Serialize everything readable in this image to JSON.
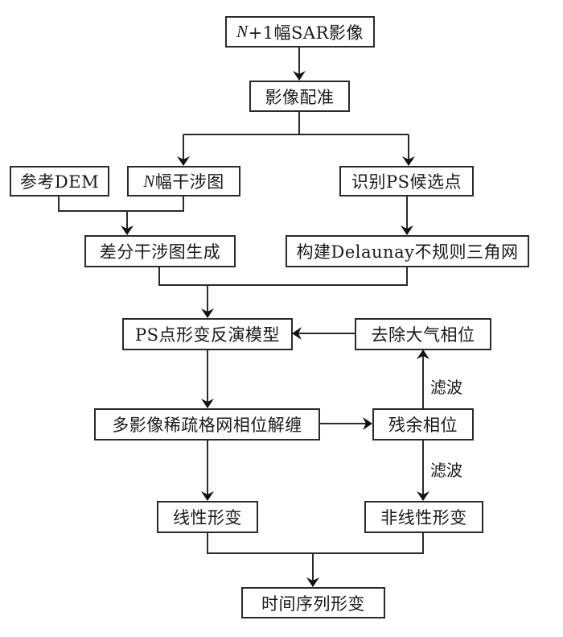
{
  "diagram": {
    "nodes": {
      "sar_images": {
        "italic": "N",
        "text": "+1幅SAR影像"
      },
      "registration": {
        "text": "影像配准"
      },
      "ref_dem": {
        "text": "参考DEM"
      },
      "interferograms": {
        "italic": "N",
        "text": "幅干涉图"
      },
      "ps_candidates": {
        "text": "识别PS候选点"
      },
      "diff_interferogram": {
        "text": "差分干涉图生成"
      },
      "delaunay": {
        "text": "构建Delaunay不规则三角网"
      },
      "ps_inversion": {
        "text": "PS点形变反演模型"
      },
      "remove_atmosphere": {
        "text": "去除大气相位"
      },
      "unwrapping": {
        "text": "多影像稀疏格网相位解缠"
      },
      "residual_phase": {
        "text": "残余相位"
      },
      "linear_deformation": {
        "text": "线性形变"
      },
      "nonlinear_deformation": {
        "text": "非线性形变"
      },
      "time_series": {
        "text": "时间序列形变"
      }
    },
    "edge_labels": {
      "filter_up": "滤波",
      "filter_down": "滤波"
    },
    "edges": [
      {
        "from": "sar_images",
        "to": "registration"
      },
      {
        "from": "registration",
        "to": "interferograms"
      },
      {
        "from": "registration",
        "to": "ps_candidates"
      },
      {
        "from": [
          "ref_dem",
          "interferograms"
        ],
        "to": "diff_interferogram"
      },
      {
        "from": "ps_candidates",
        "to": "delaunay"
      },
      {
        "from": [
          "diff_interferogram",
          "delaunay"
        ],
        "to": "ps_inversion"
      },
      {
        "from": "ps_inversion",
        "to": "unwrapping"
      },
      {
        "from": "unwrapping",
        "to": "residual_phase"
      },
      {
        "from": "residual_phase",
        "to": "remove_atmosphere",
        "label": "滤波"
      },
      {
        "from": "remove_atmosphere",
        "to": "ps_inversion"
      },
      {
        "from": "unwrapping",
        "to": "linear_deformation"
      },
      {
        "from": "residual_phase",
        "to": "nonlinear_deformation",
        "label": "滤波"
      },
      {
        "from": [
          "linear_deformation",
          "nonlinear_deformation"
        ],
        "to": "time_series"
      }
    ]
  }
}
